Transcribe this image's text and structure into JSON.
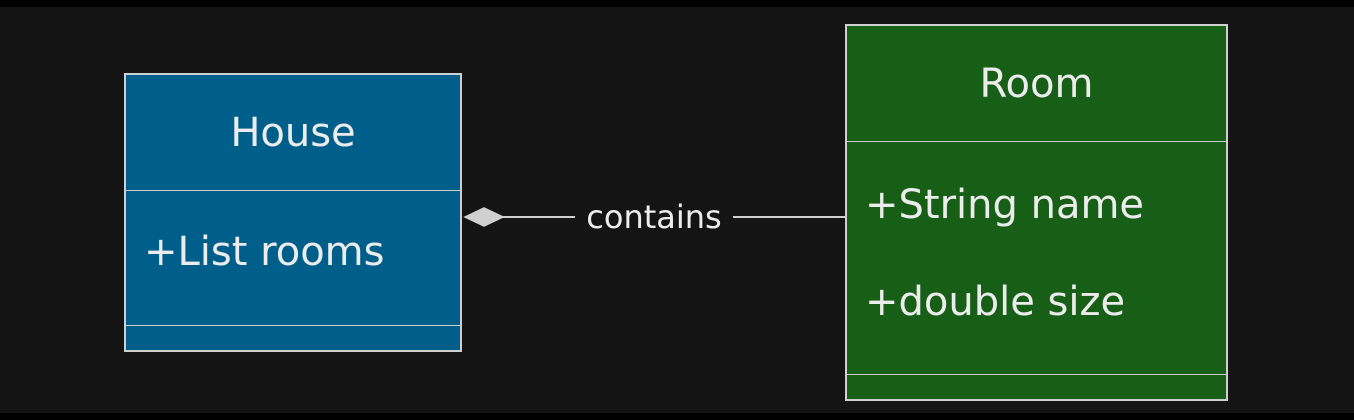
{
  "diagram": {
    "classes": [
      {
        "id": "house",
        "name": "House",
        "attributes": [
          "+List rooms"
        ],
        "methods": [],
        "fill": "#005f8a"
      },
      {
        "id": "room",
        "name": "Room",
        "attributes": [
          "+String name",
          "+double size"
        ],
        "methods": [],
        "fill": "#175e16"
      }
    ],
    "relations": [
      {
        "from": "House",
        "to": "Room",
        "type": "aggregation",
        "label": "contains"
      }
    ],
    "colors": {
      "background": "#141414",
      "border": "#cfcfcf",
      "text": "#ececec",
      "line": "#d0d0d0"
    }
  }
}
